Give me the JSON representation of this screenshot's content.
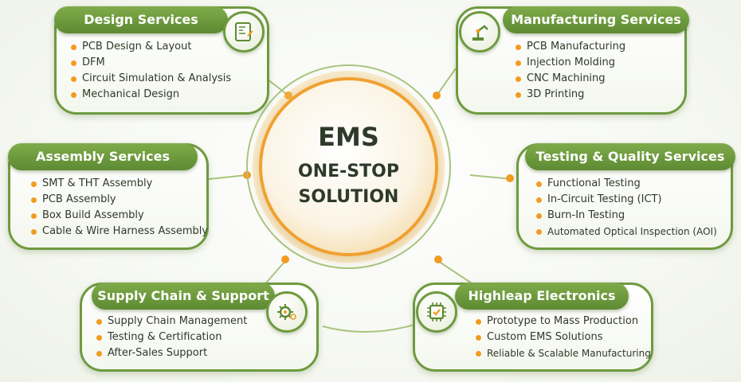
{
  "hub": {
    "line1": "EMS",
    "line2": "ONE-STOP",
    "line3": "SOLUTION"
  },
  "colors": {
    "accent_green": "#6e9a3f",
    "bullet_orange": "#f29b20",
    "hub_orange": "#f0a030"
  },
  "cards": {
    "design": {
      "title": "Design Services",
      "icon": "pcb-board-icon",
      "items": [
        "PCB Design & Layout",
        "DFM",
        "Circuit Simulation & Analysis",
        "Mechanical Design"
      ]
    },
    "manufacturing": {
      "title": "Manufacturing Services",
      "icon": "robot-arm-icon",
      "items": [
        "PCB Manufacturing",
        "Injection Molding",
        "CNC Machining",
        "3D Printing"
      ]
    },
    "assembly": {
      "title": "Assembly Services",
      "items": [
        "SMT & THT Assembly",
        "PCB Assembly",
        "Box Build Assembly",
        "Cable & Wire Harness Assembly"
      ]
    },
    "testing": {
      "title": "Testing & Quality Services",
      "items": [
        "Functional Testing",
        "In-Circuit Testing (ICT)",
        "Burn-In Testing",
        "Automated Optical Inspection (AOI)"
      ]
    },
    "supply": {
      "title": "Supply Chain & Support",
      "icon": "gear-support-icon",
      "items": [
        "Supply Chain Management",
        "Testing & Certification",
        "After-Sales Support"
      ]
    },
    "highleap": {
      "title": "Highleap Electronics",
      "icon": "chip-shield-icon",
      "items": [
        "Prototype to Mass Production",
        "Custom EMS Solutions",
        "Reliable & Scalable Manufacturing"
      ]
    }
  }
}
